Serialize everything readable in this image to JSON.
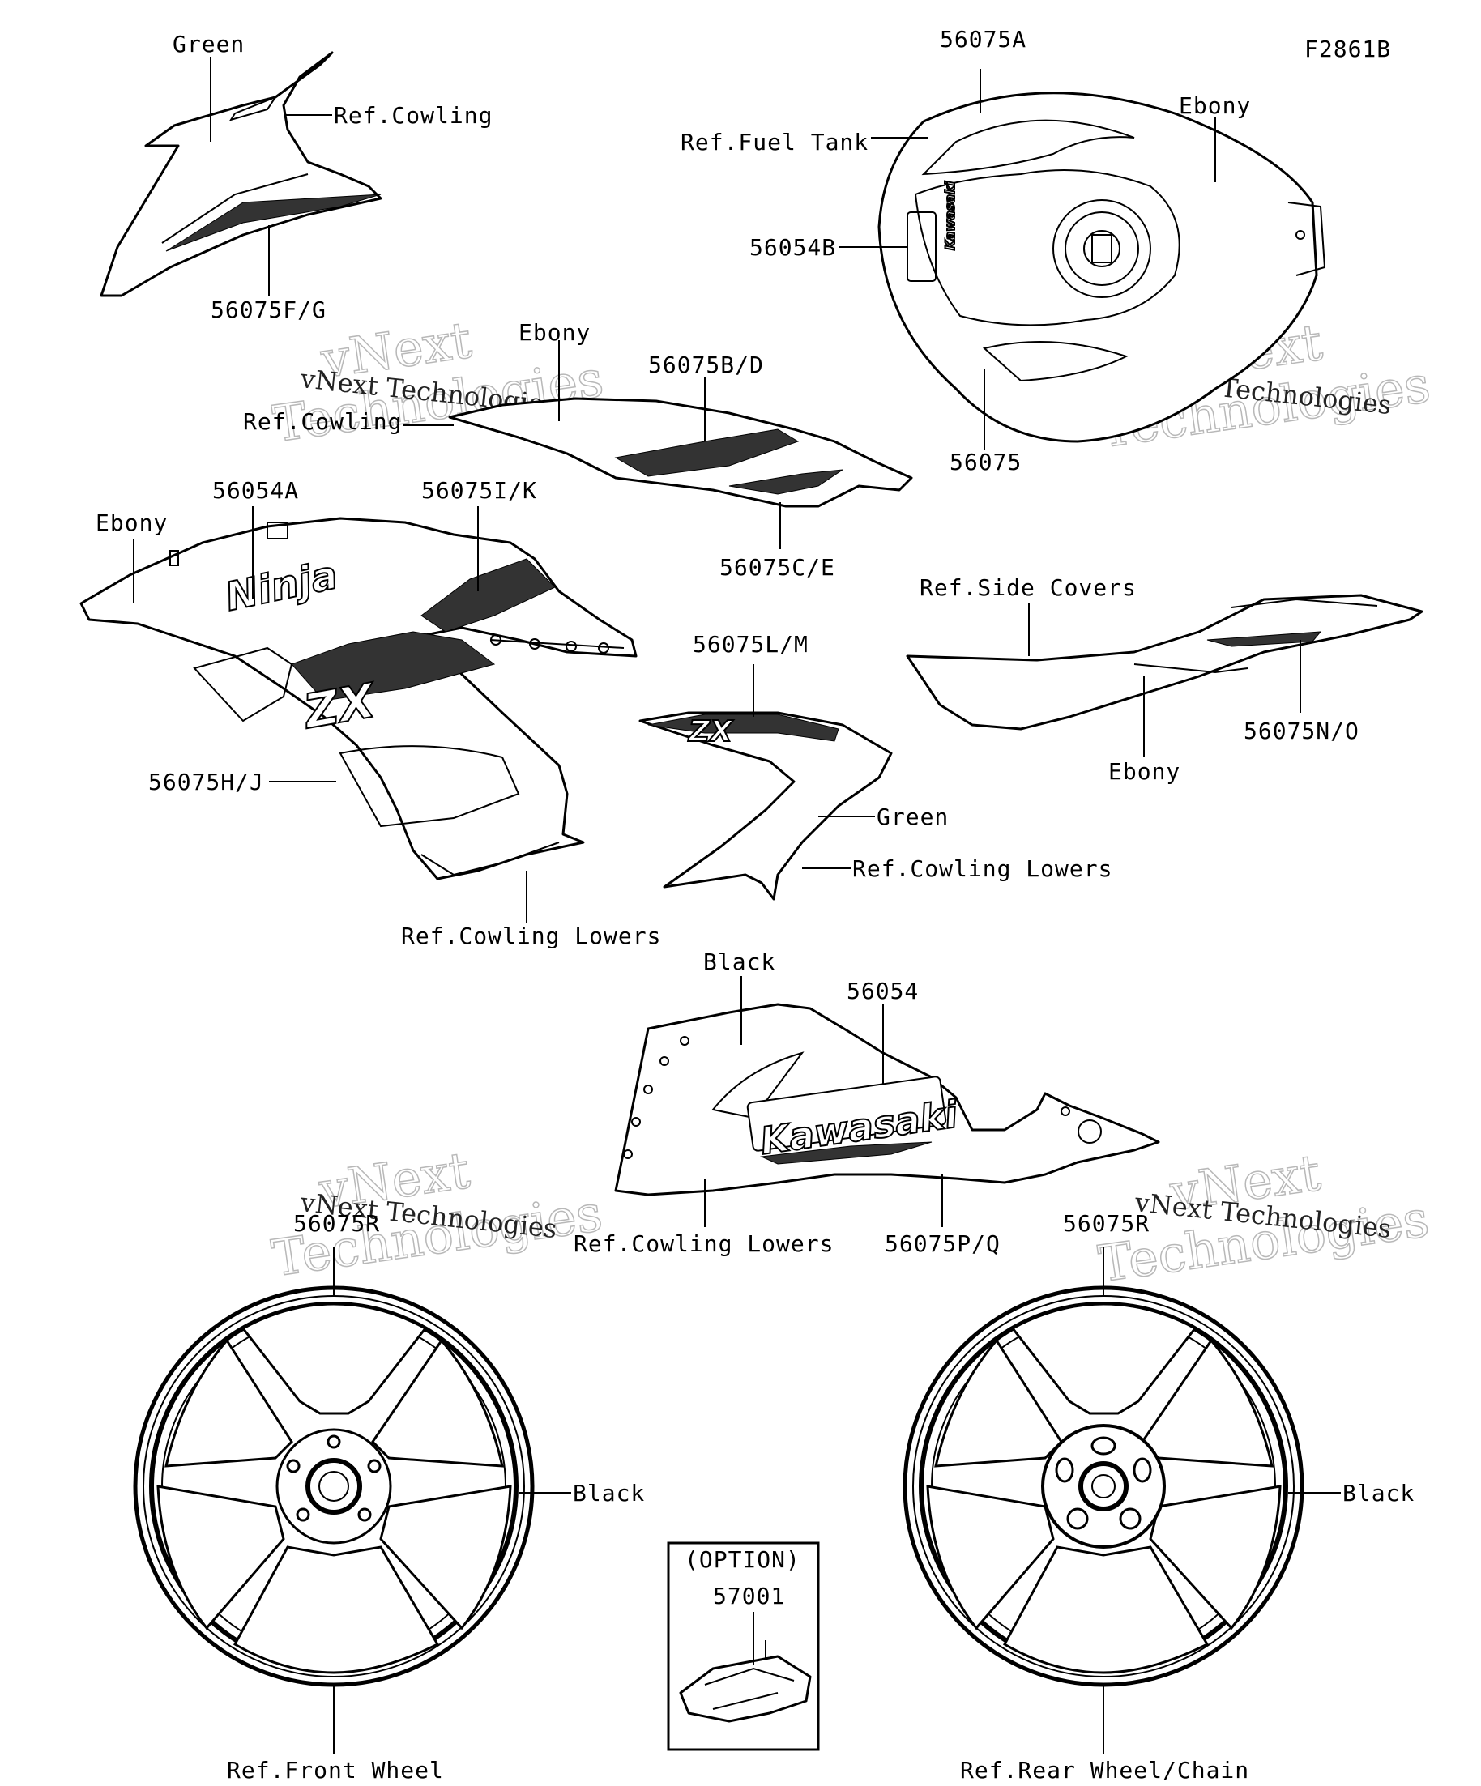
{
  "figure_code": "F2861B",
  "labels": {
    "green_top": "Green",
    "ref_cowling_top": "Ref.Cowling",
    "p56075fg": "56075F/G",
    "p56075a": "56075A",
    "ref_fuel_tank": "Ref.Fuel Tank",
    "ebony_tank": "Ebony",
    "p56054b": "56054B",
    "p56075": "56075",
    "ebony_mid": "Ebony",
    "p56075bd": "56075B/D",
    "ref_cowling_mid": "Ref.Cowling",
    "p56075ce": "56075C/E",
    "p56054a": "56054A",
    "p56075ik": "56075I/K",
    "ebony_left": "Ebony",
    "p56075hj": "56075H/J",
    "ref_cowling_lowers_left": "Ref.Cowling Lowers",
    "p56075lm": "56075L/M",
    "green_mid": "Green",
    "ref_cowling_lowers_mid": "Ref.Cowling Lowers",
    "ref_side_covers": "Ref.Side Covers",
    "ebony_side": "Ebony",
    "p56075no": "56075N/O",
    "black_lower": "Black",
    "p56054": "56054",
    "ref_cowling_lowers_bottom": "Ref.Cowling Lowers",
    "p56075pq": "56075P/Q",
    "p56075r_front": "56075R",
    "black_front_wheel": "Black",
    "ref_front_wheel": "Ref.Front Wheel",
    "p56075r_rear": "56075R",
    "black_rear_wheel": "Black",
    "ref_rear_wheel": "Ref.Rear Wheel/Chain",
    "option": "(OPTION)",
    "p57001": "57001"
  },
  "decal_text": {
    "ninja": "Ninja",
    "kawasaki": "Kawasaki",
    "zx": "ZX",
    "kawasaki_tank": "Kawasaki"
  },
  "watermark": {
    "line1": "vNext",
    "line2": "Technologies",
    "small": "vNext Technologies",
    "color": "#b8b8b8"
  }
}
